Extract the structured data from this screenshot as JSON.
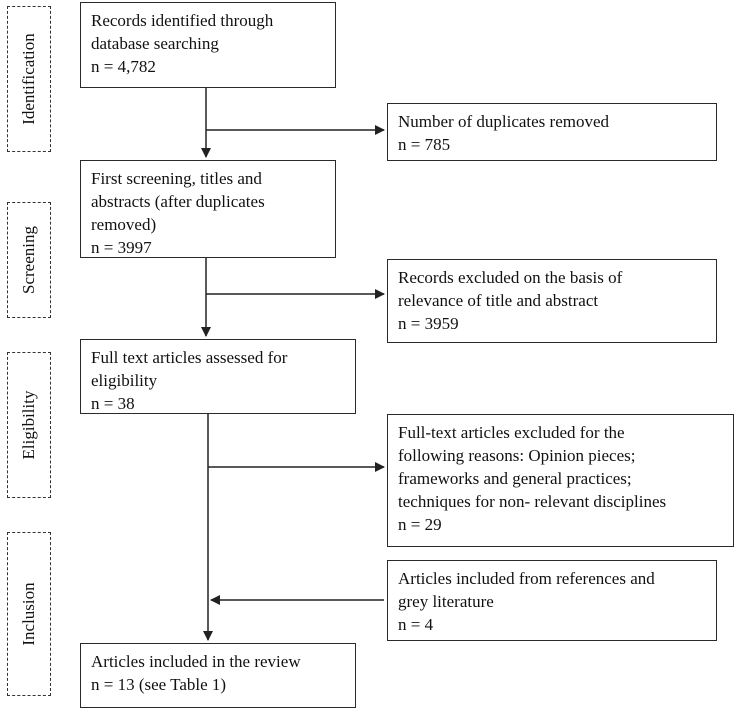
{
  "stages": {
    "identification": "Identification",
    "screening": "Screening",
    "eligibility": "Eligibility",
    "inclusion": "Inclusion"
  },
  "boxes": {
    "identified": [
      "Records identified through",
      "database searching",
      "n = 4,782"
    ],
    "duplicates": [
      "Number of duplicates removed",
      "n = 785"
    ],
    "first_screening": [
      "First screening, titles and",
      "abstracts (after duplicates",
      "removed)",
      "n = 3997"
    ],
    "excluded_title": [
      "Records excluded on the basis of",
      "relevance of title and abstract",
      "n = 3959"
    ],
    "full_text": [
      "Full text articles assessed for",
      "eligibility",
      "n = 38"
    ],
    "excluded_full": [
      "Full-text articles excluded for the",
      "following reasons: Opinion pieces;",
      "frameworks and general practices;",
      "techniques for non- relevant disciplines",
      "n = 29"
    ],
    "added": [
      "Articles included from references and",
      "grey literature",
      "n = 4"
    ],
    "included": [
      "Articles included in the review",
      "n = 13 (see Table 1)"
    ]
  }
}
